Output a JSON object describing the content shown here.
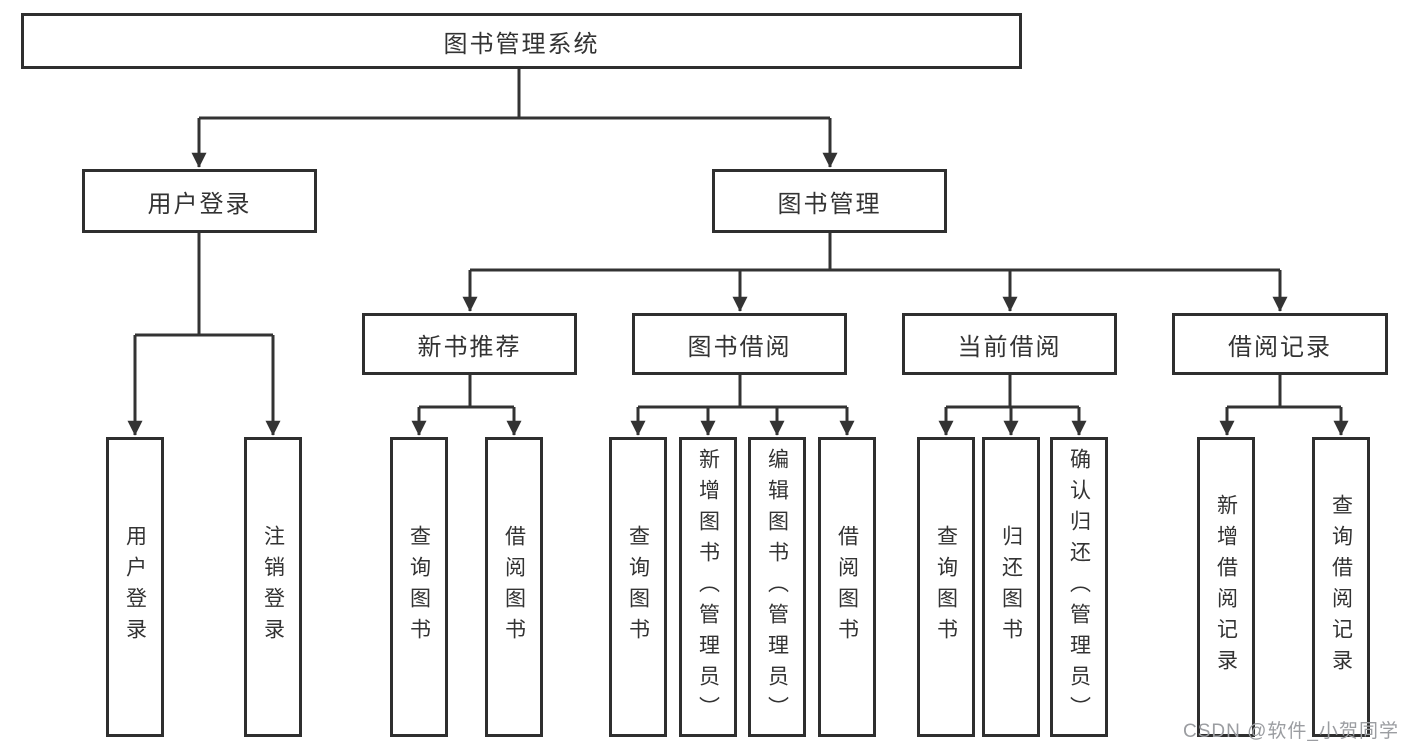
{
  "diagram": {
    "type": "hierarchy-tree",
    "orientation": "top-down",
    "title": "图书管理系统"
  },
  "tree": {
    "label": "图书管理系统",
    "children": [
      {
        "label": "用户登录",
        "children": [
          {
            "label": "用户登录"
          },
          {
            "label": "注销登录"
          }
        ]
      },
      {
        "label": "图书管理",
        "children": [
          {
            "label": "新书推荐",
            "children": [
              {
                "label": "查询图书"
              },
              {
                "label": "借阅图书"
              }
            ]
          },
          {
            "label": "图书借阅",
            "children": [
              {
                "label": "查询图书"
              },
              {
                "label": "新增图书（管理员）"
              },
              {
                "label": "编辑图书（管理员）"
              },
              {
                "label": "借阅图书"
              }
            ]
          },
          {
            "label": "当前借阅",
            "children": [
              {
                "label": "查询图书"
              },
              {
                "label": "归还图书"
              },
              {
                "label": "确认归还（管理员）"
              }
            ]
          },
          {
            "label": "借阅记录",
            "children": [
              {
                "label": "新增借阅记录"
              },
              {
                "label": "查询借阅记录"
              }
            ]
          }
        ]
      }
    ]
  },
  "watermark": {
    "text": "CSDN @软件_小贺同学",
    "color": "#9b9da1"
  },
  "colors": {
    "background": "#ffffff",
    "box_fill": "#ffffff",
    "box_border": "#2f2f2f",
    "line": "#333333",
    "text": "#333333"
  }
}
